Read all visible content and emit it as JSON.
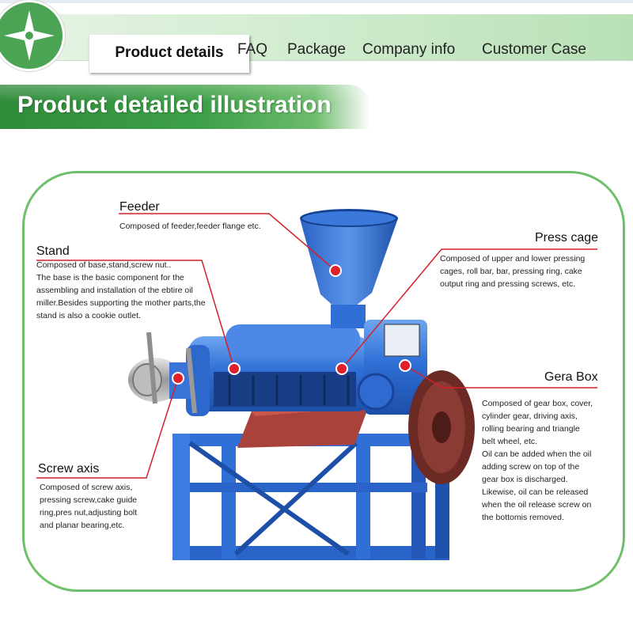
{
  "nav": {
    "active_tab": "Product details",
    "items": [
      "FAQ",
      "Package",
      "Company info",
      "Customer  Case"
    ]
  },
  "section": {
    "title": "Product detailed illustration"
  },
  "parts": {
    "feeder": {
      "title": "Feeder",
      "lines": [
        "Composed of feeder,feeder flange etc."
      ]
    },
    "stand": {
      "title": "Stand",
      "lines": [
        "Composed of base,stand,screw nut..",
        "The base is the basic component for the",
        "assembling and installation of the ebtire oil",
        "miller.Besides supporting the mother parts,the",
        "stand is also a cookie outlet."
      ]
    },
    "press_cage": {
      "title": "Press cage",
      "lines": [
        "Composed of upper and lower pressing",
        "cages, roll bar,  bar,  pressing ring,  cake",
        "output ring and pressing screws, etc."
      ]
    },
    "gear_box": {
      "title": "Gera Box",
      "lines": [
        "Composed of gear box,  cover,",
        "cylinder gear, driving axis,",
        "rolling bearing and triangle",
        "belt wheel, etc.",
        "Oil can be added when the oil",
        "adding screw on top of the",
        "gear box is discharged.",
        "Likewise, oil can be released",
        "when the oil release screw on",
        "the bottomis removed."
      ]
    },
    "screw_axis": {
      "title": "Screw axis",
      "lines": [
        "Composed of screw axis,",
        "pressing screw,cake guide",
        "ring,pres nut,adjusting bolt",
        "and planar bearing,etc."
      ]
    }
  },
  "colors": {
    "brand_green": "#4aa453",
    "frame_green": "#6fc06c",
    "machine_blue": "#2f6fd6",
    "callout_red": "#d4202a"
  }
}
